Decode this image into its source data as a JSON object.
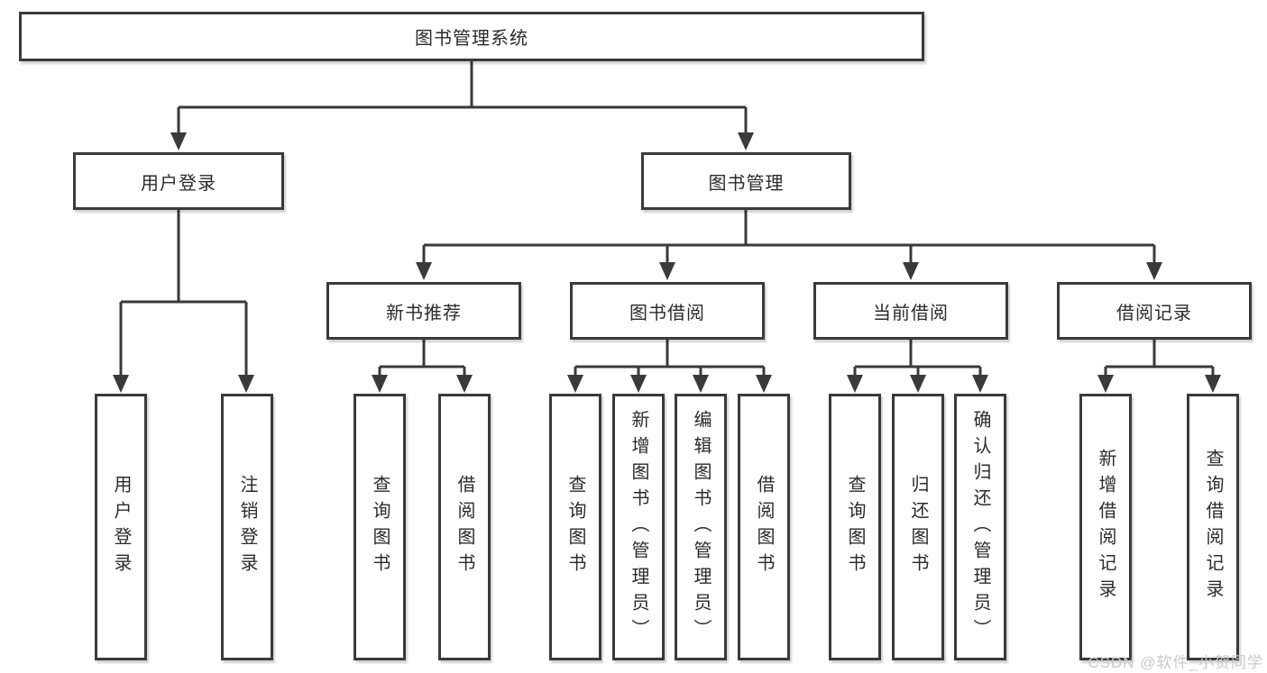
{
  "tree": {
    "root": {
      "label": "图书管理系统",
      "children": [
        {
          "label": "用户登录",
          "children": [
            {
              "label": "用户登录"
            },
            {
              "label": "注销登录"
            }
          ]
        },
        {
          "label": "图书管理",
          "children": [
            {
              "label": "新书推荐",
              "children": [
                {
                  "label": "查询图书"
                },
                {
                  "label": "借阅图书"
                }
              ]
            },
            {
              "label": "图书借阅",
              "children": [
                {
                  "label": "查询图书"
                },
                {
                  "label": "新增图书（管理员）"
                },
                {
                  "label": "编辑图书（管理员）"
                },
                {
                  "label": "借阅图书"
                }
              ]
            },
            {
              "label": "当前借阅",
              "children": [
                {
                  "label": "查询图书"
                },
                {
                  "label": "归还图书"
                },
                {
                  "label": "确认归还（管理员）"
                }
              ]
            },
            {
              "label": "借阅记录",
              "children": [
                {
                  "label": "新增借阅记录"
                },
                {
                  "label": "查询借阅记录"
                }
              ]
            }
          ]
        }
      ]
    }
  },
  "colors": {
    "line": "#3a3a3a",
    "border": "#3a3a3a",
    "text": "#2b2b2b",
    "watermark_text": "#c9c9c9",
    "background": "#ffffff"
  },
  "watermark": "CSDN @软件_小贺同学"
}
